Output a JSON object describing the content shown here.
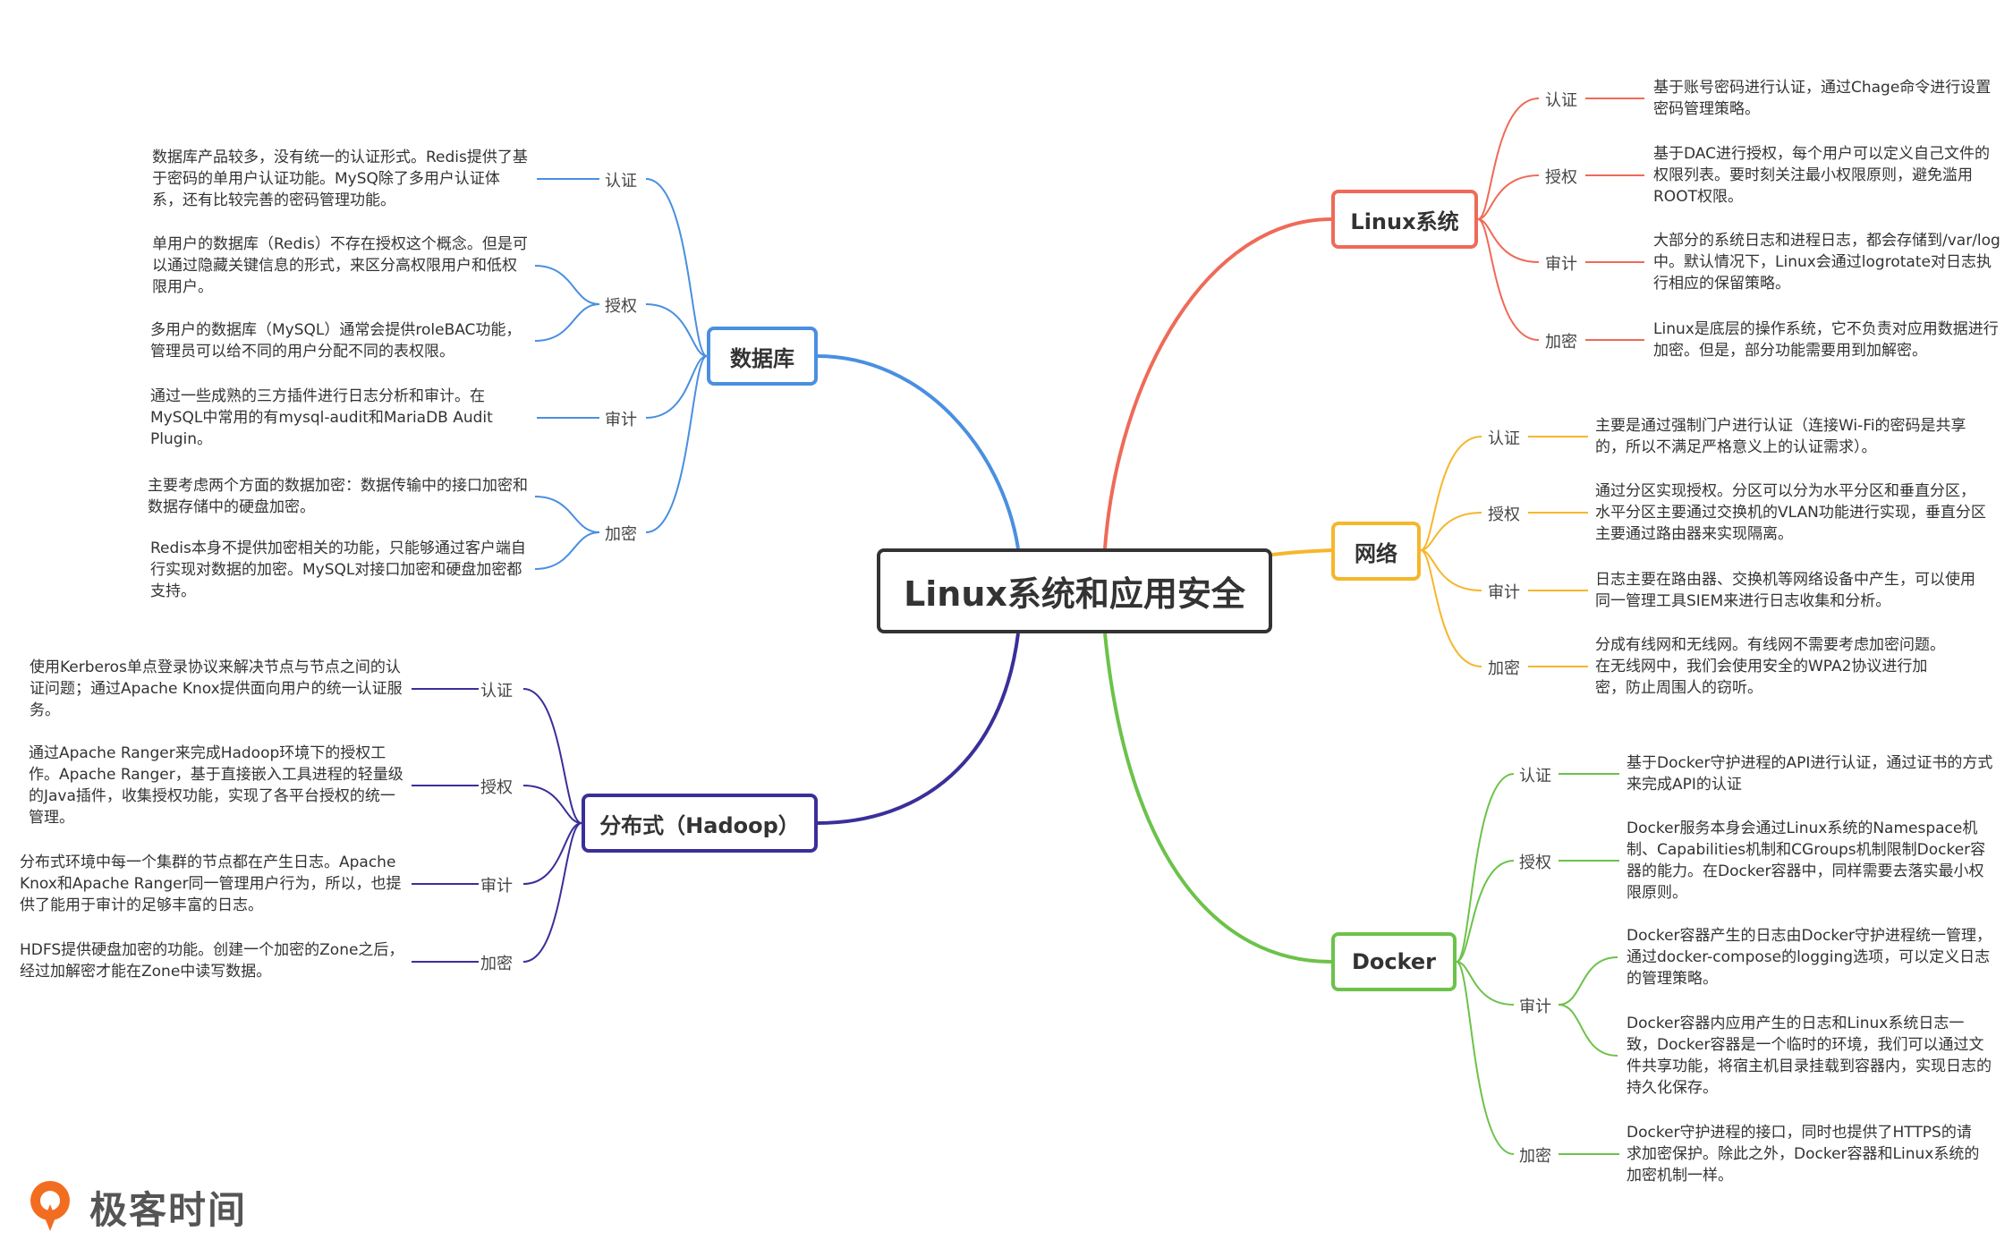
{
  "center": {
    "title": "Linux系统和应用安全"
  },
  "colors": {
    "linux": "#ef6a58",
    "network": "#f6b62c",
    "docker": "#6cc24a",
    "database": "#4a8fe0",
    "hadoop": "#3a2f99",
    "center_border": "#333333"
  },
  "branches": {
    "linux": {
      "title": "Linux系统",
      "items": [
        {
          "label": "认证",
          "text": "基于账号密码进行认证，通过Chage命令进行设置密码管理策略。"
        },
        {
          "label": "授权",
          "text": "基于DAC进行授权，每个用户可以定义自己文件的权限列表。要时刻关注最小权限原则，避免滥用ROOT权限。"
        },
        {
          "label": "审计",
          "text": "大部分的系统日志和进程日志，都会存储到/var/log中。默认情况下，Linux会通过logrotate对日志执行相应的保留策略。"
        },
        {
          "label": "加密",
          "text": "Linux是底层的操作系统，它不负责对应用数据进行加密。但是，部分功能需要用到加解密。"
        }
      ]
    },
    "network": {
      "title": "网络",
      "items": [
        {
          "label": "认证",
          "text": "主要是通过强制门户进行认证（连接Wi-Fi的密码是共享的，所以不满足严格意义上的认证需求）。"
        },
        {
          "label": "授权",
          "text": "通过分区实现授权。分区可以分为水平分区和垂直分区，水平分区主要通过交换机的VLAN功能进行实现，垂直分区主要通过路由器来实现隔离。"
        },
        {
          "label": "审计",
          "text": "日志主要在路由器、交换机等网络设备中产生，可以使用同一管理工具SIEM来进行日志收集和分析。"
        },
        {
          "label": "加密",
          "text": "分成有线网和无线网。有线网不需要考虑加密问题。在无线网中，我们会使用安全的WPA2协议进行加密，防止周围人的窃听。"
        }
      ]
    },
    "docker": {
      "title": "Docker",
      "items": [
        {
          "label": "认证",
          "text": "基于Docker守护进程的API进行认证，通过证书的方式来完成API的认证"
        },
        {
          "label": "授权",
          "text": "Docker服务本身会通过Linux系统的Namespace机制、Capabilities机制和CGroups机制限制Docker容器的能力。在Docker容器中，同样需要去落实最小权限原则。"
        },
        {
          "label": "审计",
          "text_1": "Docker容器产生的日志由Docker守护进程统一管理，通过docker-compose的logging选项，可以定义日志的管理策略。",
          "text_2": "Docker容器内应用产生的日志和Linux系统日志一致，Docker容器是一个临时的环境，我们可以通过文件共享功能，将宿主机目录挂载到容器内，实现日志的持久化保存。"
        },
        {
          "label": "加密",
          "text": "Docker守护进程的接口，同时也提供了HTTPS的请求加密保护。除此之外，Docker容器和Linux系统的加密机制一样。"
        }
      ]
    },
    "database": {
      "title": "数据库",
      "items": [
        {
          "label": "认证",
          "text": "数据库产品较多，没有统一的认证形式。Redis提供了基于密码的单用户认证功能。MySQ除了多用户认证体系，还有比较完善的密码管理功能。"
        },
        {
          "label": "授权",
          "text_1": "单用户的数据库（Redis）不存在授权这个概念。但是可以通过隐藏关键信息的形式，来区分高权限用户和低权限用户。",
          "text_2": "多用户的数据库（MySQL）通常会提供roleBAC功能，管理员可以给不同的用户分配不同的表权限。"
        },
        {
          "label": "审计",
          "text": "通过一些成熟的三方插件进行日志分析和审计。在MySQL中常用的有mysql-audit和MariaDB Audit Plugin。"
        },
        {
          "label": "加密",
          "text_1": "主要考虑两个方面的数据加密：数据传输中的接口加密和数据存储中的硬盘加密。",
          "text_2": "Redis本身不提供加密相关的功能，只能够通过客户端自行实现对数据的加密。MySQL对接口加密和硬盘加密都支持。"
        }
      ]
    },
    "hadoop": {
      "title": "分布式（Hadoop）",
      "items": [
        {
          "label": "认证",
          "text": "使用Kerberos单点登录协议来解决节点与节点之间的认证问题；通过Apache Knox提供面向用户的统一认证服务。"
        },
        {
          "label": "授权",
          "text": "通过Apache Ranger来完成Hadoop环境下的授权工作。Apache Ranger，基于直接嵌入工具进程的轻量级的Java插件，收集授权功能，实现了各平台授权的统一管理。"
        },
        {
          "label": "审计",
          "text": "分布式环境中每一个集群的节点都在产生日志。Apache Knox和Apache Ranger同一管理用户行为，所以，也提供了能用于审计的足够丰富的日志。"
        },
        {
          "label": "加密",
          "text": "HDFS提供硬盘加密的功能。创建一个加密的Zone之后，经过加解密才能在Zone中读写数据。"
        }
      ]
    }
  },
  "logo": {
    "text": "极客时间",
    "icon": "geektime-logo-icon"
  }
}
